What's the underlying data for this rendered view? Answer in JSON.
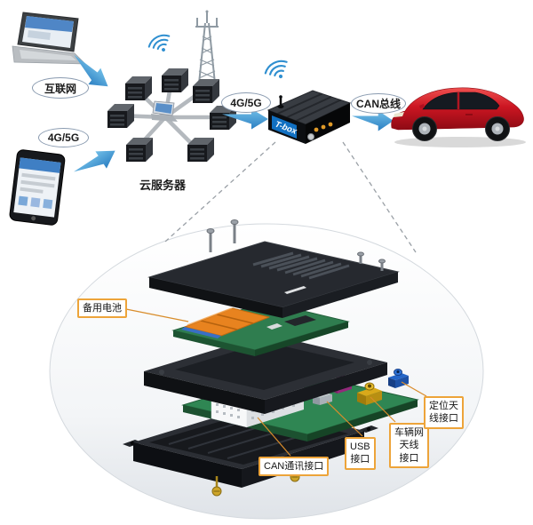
{
  "scene": {
    "top": {
      "internet": "互联网",
      "phone_link": "4G/5G",
      "cloud_server": "云服务器",
      "uplink": "4G/5G",
      "can_bus": "CAN总线",
      "tbox_name": "T-box"
    },
    "exploded": {
      "backup_battery": "备用电池",
      "can_interface": "CAN通讯接口",
      "usb_interface": "USB\n接口",
      "vehicle_net_antenna": "车辆网\n天线\n接口",
      "positioning_antenna": "定位天\n线接口"
    },
    "colors": {
      "arrow_blue": "#3f93d2",
      "callout_border": "#eda43a",
      "car_red": "#c01020",
      "pcb_green": "#2f8653",
      "battery_orange": "#e8831f",
      "tbox_panel_blue": "#1170c2"
    }
  }
}
